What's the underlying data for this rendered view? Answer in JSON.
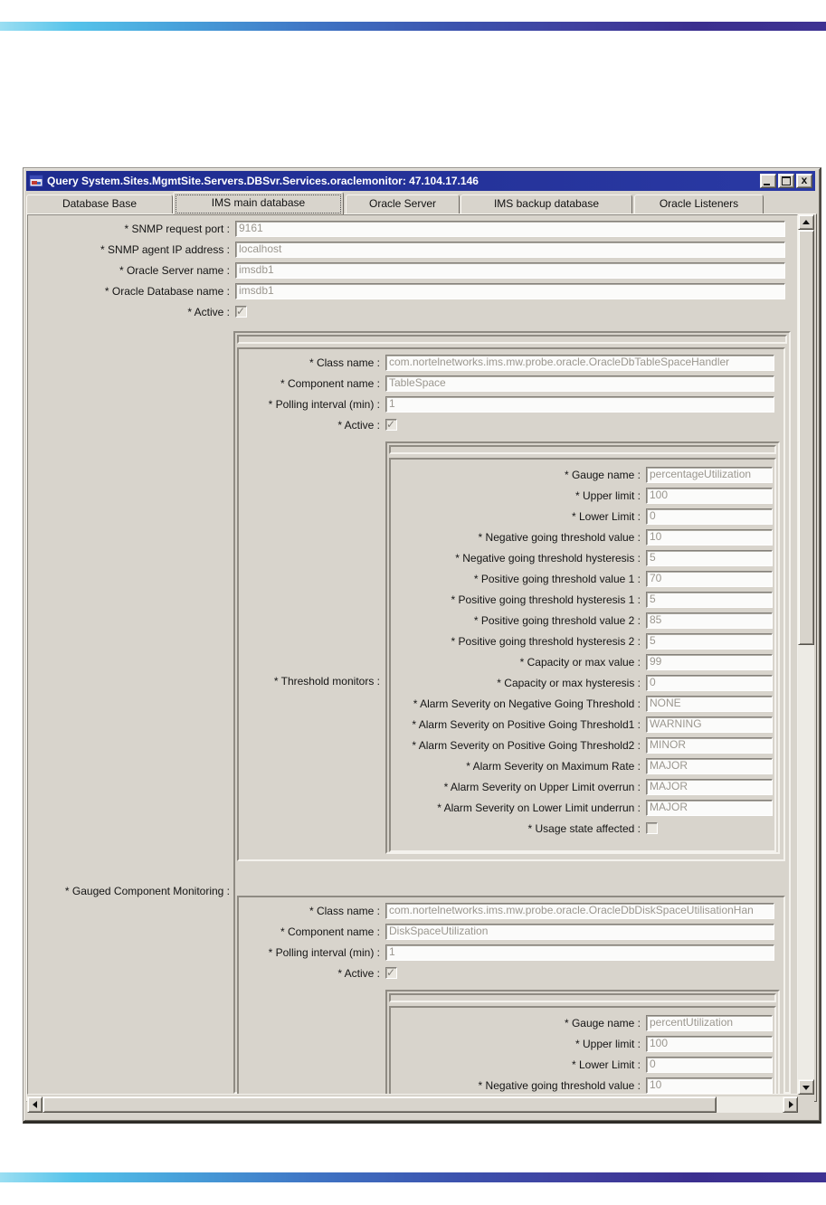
{
  "window": {
    "title": "Query System.Sites.MgmtSite.Servers.DBSvr.Services.oraclemonitor: 47.104.17.146"
  },
  "tabs": [
    {
      "label": "Database Base",
      "selected": false
    },
    {
      "label": "IMS main database",
      "selected": true
    },
    {
      "label": "Oracle Server",
      "selected": false
    },
    {
      "label": "IMS backup database",
      "selected": false
    },
    {
      "label": "Oracle Listeners",
      "selected": false
    }
  ],
  "form": {
    "outer_fields": [
      {
        "label": "* SNMP request port :",
        "value": "9161"
      },
      {
        "label": "* SNMP agent IP address :",
        "value": "localhost"
      },
      {
        "label": "* Oracle Server name :",
        "value": "imsdb1"
      },
      {
        "label": "* Oracle Database name :",
        "value": "imsdb1"
      },
      {
        "label": "* Active :",
        "type": "checkbox",
        "checked": true
      }
    ],
    "gauged_label": "* Gauged Component Monitoring :",
    "monitors": [
      {
        "fields": [
          {
            "label": "* Class name :",
            "value": "com.nortelnetworks.ims.mw.probe.oracle.OracleDbTableSpaceHandler"
          },
          {
            "label": "* Component name :",
            "value": "TableSpace"
          },
          {
            "label": "* Polling interval (min) :",
            "value": "1"
          },
          {
            "label": "* Active :",
            "type": "checkbox",
            "checked": true
          }
        ],
        "threshold_label": "* Threshold monitors :",
        "gauges": [
          {
            "label": "* Gauge name :",
            "value": "percentageUtilization"
          },
          {
            "label": "* Upper limit :",
            "value": "100"
          },
          {
            "label": "* Lower Limit :",
            "value": "0"
          },
          {
            "label": "* Negative going threshold value :",
            "value": "10"
          },
          {
            "label": "* Negative going threshold hysteresis :",
            "value": "5"
          },
          {
            "label": "* Positive going threshold value 1 :",
            "value": "70"
          },
          {
            "label": "* Positive going threshold hysteresis 1 :",
            "value": "5"
          },
          {
            "label": "* Positive going threshold value 2 :",
            "value": "85"
          },
          {
            "label": "* Positive going threshold hysteresis 2 :",
            "value": "5"
          },
          {
            "label": "* Capacity or max value :",
            "value": "99"
          },
          {
            "label": "* Capacity or max hysteresis :",
            "value": "0"
          },
          {
            "label": "* Alarm Severity on Negative Going Threshold :",
            "value": "NONE"
          },
          {
            "label": "* Alarm Severity on Positive Going Threshold1 :",
            "value": "WARNING"
          },
          {
            "label": "* Alarm Severity on Positive Going Threshold2 :",
            "value": "MINOR"
          },
          {
            "label": "* Alarm Severity on Maximum Rate :",
            "value": "MAJOR"
          },
          {
            "label": "* Alarm Severity on Upper Limit overrun :",
            "value": "MAJOR"
          },
          {
            "label": "* Alarm Severity on Lower Limit underrun :",
            "value": "MAJOR"
          },
          {
            "label": "* Usage state affected :",
            "type": "checkbox",
            "checked": false
          }
        ]
      },
      {
        "fields": [
          {
            "label": "* Class name :",
            "value": "com.nortelnetworks.ims.mw.probe.oracle.OracleDbDiskSpaceUtilisationHan"
          },
          {
            "label": "* Component name :",
            "value": "DiskSpaceUtilization"
          },
          {
            "label": "* Polling interval (min) :",
            "value": "1"
          },
          {
            "label": "* Active :",
            "type": "checkbox",
            "checked": true
          }
        ],
        "gauges": [
          {
            "label": "* Gauge name :",
            "value": "percentUtilization"
          },
          {
            "label": "* Upper limit :",
            "value": "100"
          },
          {
            "label": "* Lower Limit :",
            "value": "0"
          },
          {
            "label": "* Negative going threshold value :",
            "value": "10"
          }
        ]
      }
    ]
  },
  "colors": {
    "titlebar": "#1e2b8e",
    "chrome": "#d8d4cc",
    "stripe_left": "#9adef2",
    "stripe_mid": "#3f74c4",
    "stripe_right": "#3b2f8f",
    "disabled_text": "#9b978f"
  }
}
